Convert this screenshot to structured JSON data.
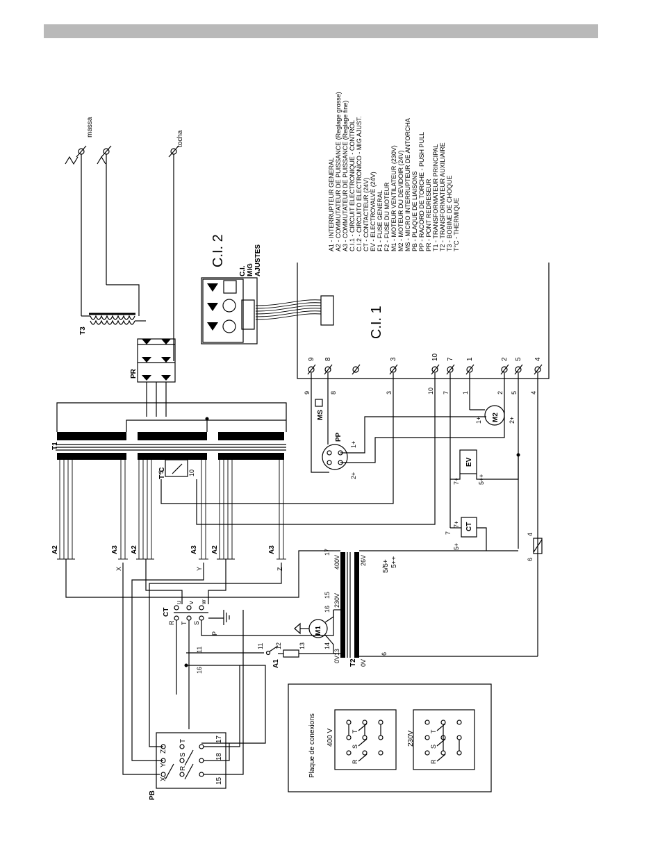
{
  "colors": {
    "header_bar": "#b9b9b9",
    "ink": "#000000"
  },
  "outputs": {
    "massa": "massa",
    "tocha": "tocha"
  },
  "legend": [
    "A1 - INTERRUPTEUR GENERAL",
    "A2 - COMMUTATEUR DE PUISSANCE (Reglage grosse)",
    "A3 - COMMUTATEUR DE PUISSANCE (Reglage fine)",
    "C.I.1 - CIRCUIT ELECTRONIQUE - CONTROL",
    "C.I.2 - CIRCUITO ELECTRONICO - MIG AJUST.",
    "CT - CONTACTEUR (24V)",
    "EV - ELECTROVALVE (24V)",
    "F1 - FUSE GENERAL",
    "F2 - FUSE DU MOTEUR",
    "M1 - MOTEUR VENTILATEUR (230V)",
    "M2 - MOTEUR DU DEVIDOIR (24V)",
    "MS - MICRO INTERRUPTEUR DE ANTORCHA",
    "PB - PLAQUE DE LIAISONS",
    "PP - RACORD DE TORCHE - PUSH PULL",
    "PR - PONT REDRESEUR",
    "T1 - TRANSFORMATEUR PRINCIPAL",
    "T2 - TRANSFORMATEUR AUXILIAIRE",
    "T3 - BOBINE DE CHOQUE",
    "T°C - THERMIQUE"
  ],
  "boards": {
    "ci1": {
      "label": "C.I. 1",
      "terminals": [
        "9",
        "8",
        "3",
        "10",
        "7",
        "1",
        "2",
        "5",
        "4"
      ]
    },
    "ci2": {
      "label": "C.I. 2",
      "line1": "C.I.",
      "line2": "MIG",
      "line3": "AJUSTES"
    }
  },
  "components": {
    "T1": "T1",
    "T2": "T2",
    "T3": "T3",
    "PR": "PR",
    "PP": "PP",
    "MS": "MS",
    "M1": "M1",
    "M2": "M2",
    "EV": "EV",
    "CT": "CT",
    "TC": "T°C",
    "PB": "PB",
    "A1": "A1",
    "A2": "A2",
    "A3": "A3"
  },
  "t2_taps": {
    "v400": "400V",
    "v230": "230V",
    "v0": "0V",
    "v26": "26V",
    "v0b": "0V",
    "out5": "5/5+",
    "out5pp": "5++"
  },
  "wire_numbers": [
    "9",
    "8",
    "3",
    "10",
    "7",
    "1",
    "2",
    "5",
    "4",
    "6",
    "11",
    "12",
    "13",
    "14",
    "15",
    "16",
    "17",
    "18",
    "0V13",
    "1+",
    "2+",
    "7+",
    "5+",
    "5++"
  ],
  "ct_terminals": {
    "R": "R",
    "T": "T",
    "S": "S",
    "P": "P",
    "U": "u",
    "V": "v",
    "W": "w"
  },
  "pb_terminals": [
    "X",
    "Y",
    "Z",
    "R",
    "S",
    "T",
    "15",
    "18",
    "17"
  ],
  "plaque": {
    "title": "Plaque de conexions",
    "v400": "400 V",
    "v230": "230V",
    "letters": [
      "R",
      "S",
      "T"
    ]
  }
}
